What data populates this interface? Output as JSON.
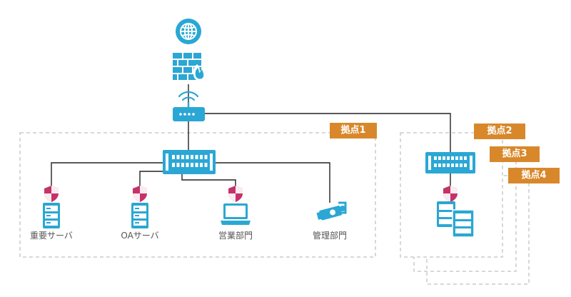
{
  "colors": {
    "accent": "#2aa7d4",
    "shield": "#c5326a",
    "tag": "#d8882a",
    "line": "#222222",
    "box_border": "#cccccc"
  },
  "sites": [
    {
      "label": "拠点1"
    },
    {
      "label": "拠点2"
    },
    {
      "label": "拠点3"
    },
    {
      "label": "拠点4"
    }
  ],
  "devices": [
    {
      "label": "重要サーバ",
      "icon": "server-icon"
    },
    {
      "label": "OAサーバ",
      "icon": "server-icon"
    },
    {
      "label": "営業部門",
      "icon": "laptop-icon"
    },
    {
      "label": "管理部門",
      "icon": "camera-icon"
    }
  ],
  "nodes": {
    "internet": "globe-icon",
    "firewall": "firewall-icon",
    "router": "wifi-router-icon",
    "switch": "switch-icon",
    "security": "shield-icon"
  }
}
